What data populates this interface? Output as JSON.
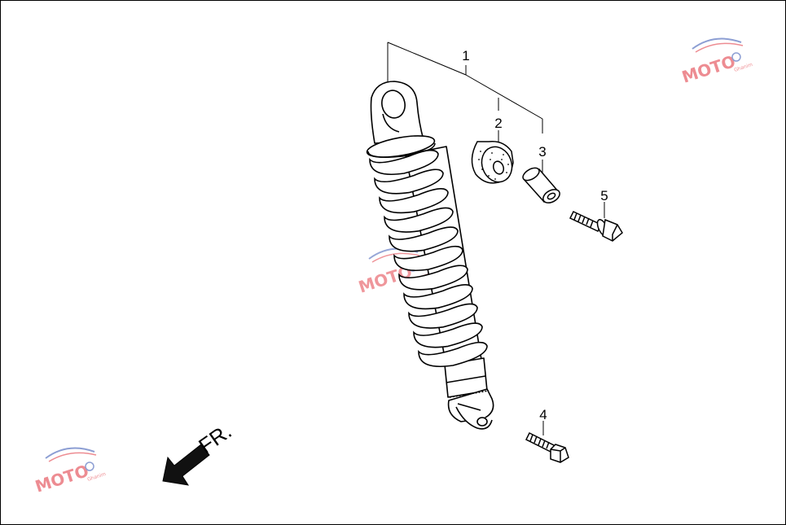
{
  "callouts": [
    {
      "id": "1",
      "label": "1"
    },
    {
      "id": "2",
      "label": "2"
    },
    {
      "id": "3",
      "label": "3"
    },
    {
      "id": "4",
      "label": "4"
    },
    {
      "id": "5",
      "label": "5"
    }
  ],
  "direction": {
    "label": "FR."
  },
  "watermark": {
    "text": "MOTO",
    "tagline": "Ghanim",
    "colors": {
      "red": "#e0303a",
      "blue": "#3050b0"
    }
  },
  "colors": {
    "line": "#000000",
    "background": "#ffffff"
  }
}
